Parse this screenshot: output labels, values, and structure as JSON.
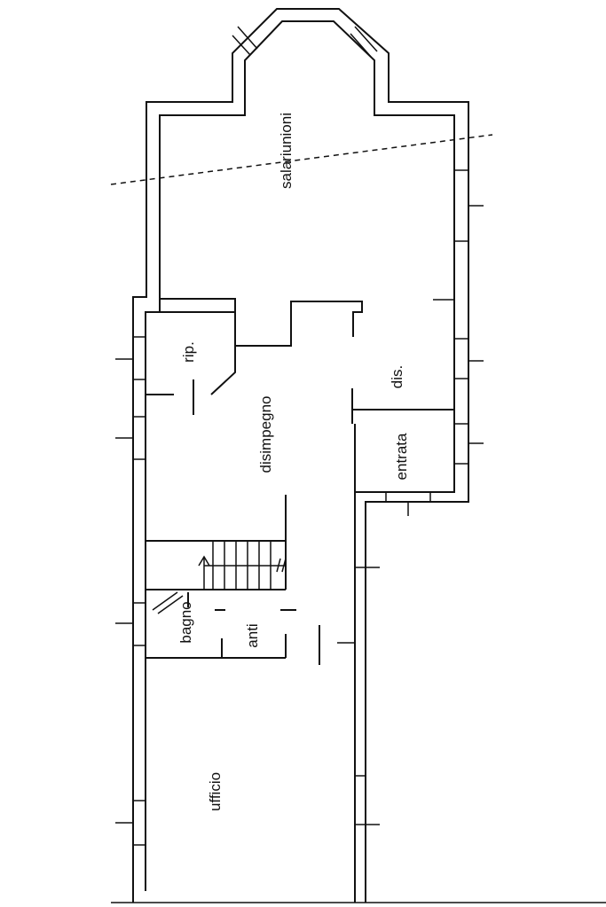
{
  "rooms": {
    "sala": "salariunioni",
    "rip": "rip.",
    "dis": "dis.",
    "disimpegno": "disimpegno",
    "entrata": "entrata",
    "bagno": "bagno",
    "anti": "anti",
    "ufficio": "ufficio"
  },
  "colors": {
    "line": "#111111",
    "background": "#ffffff"
  }
}
